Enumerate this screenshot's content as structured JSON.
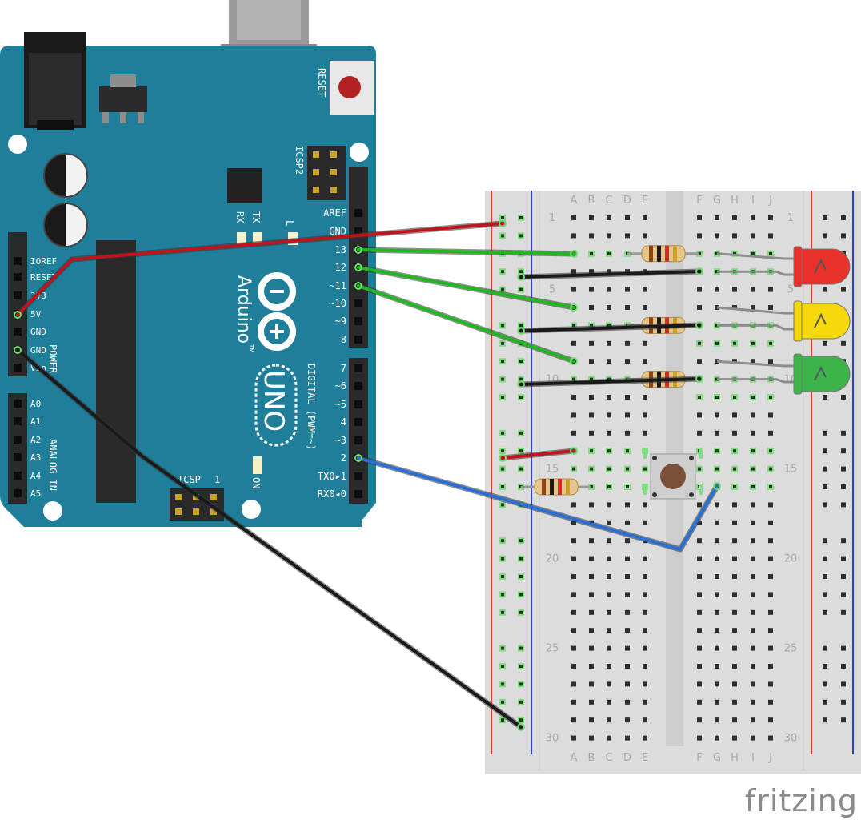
{
  "brand": "fritzing",
  "arduino": {
    "reset_label": "RESET",
    "icsp2_label": "ICSP2",
    "icsp_label": "ICSP",
    "icsp_pin1": "1",
    "logo_text": "Arduino",
    "tm": "TM",
    "model_text": "UNO",
    "on_label": "ON",
    "led_l": "L",
    "led_tx": "TX",
    "led_rx": "RX",
    "digital_title": "DIGITAL (PWM=~)",
    "power_title": "POWER",
    "analog_title": "ANALOG IN",
    "digital_pins": [
      "AREF",
      "GND",
      "13",
      "12",
      "~11",
      "~10",
      "~9",
      "8",
      "7",
      "~6",
      "~5",
      "4",
      "~3",
      "2",
      "TX0▸1",
      "RX0◂0"
    ],
    "power_pins": [
      "IOREF",
      "RESET",
      "3V3",
      "5V",
      "GND",
      "GND",
      "Vin"
    ],
    "analog_pins": [
      "A0",
      "A1",
      "A2",
      "A3",
      "A4",
      "A5"
    ]
  },
  "breadboard": {
    "columns_left": [
      "A",
      "B",
      "C",
      "D",
      "E"
    ],
    "columns_right": [
      "F",
      "G",
      "H",
      "I",
      "J"
    ],
    "row_labels": [
      "1",
      "5",
      "10",
      "15",
      "20",
      "25",
      "30"
    ]
  },
  "components": {
    "leds": [
      {
        "color": "red",
        "hex": "#e8312b"
      },
      {
        "color": "yellow",
        "hex": "#f5d90a"
      },
      {
        "color": "green",
        "hex": "#3cb44a"
      }
    ],
    "resistor_count": 4,
    "pushbutton_count": 1
  },
  "wire_colors": {
    "power": "#c0141c",
    "ground": "#1a1a1a",
    "signal_led": "#1fb81f",
    "signal_button": "#2a6fd6",
    "led_leg": "#8c8c8c"
  }
}
